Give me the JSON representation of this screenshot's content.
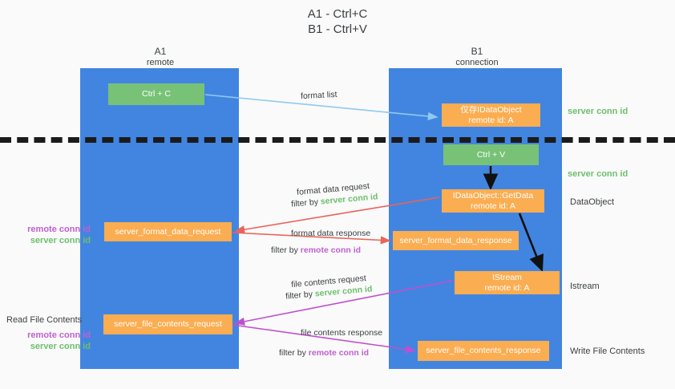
{
  "title": {
    "line1": "A1 - Ctrl+C",
    "line2": "B1 - Ctrl+V"
  },
  "columns": {
    "a1": {
      "name": "A1",
      "role": "remote"
    },
    "b1": {
      "name": "B1",
      "role": "connection"
    }
  },
  "boxes": {
    "ctrl_c": "Ctrl + C",
    "ctrl_v": "Ctrl + V",
    "copy_data_object_line1": "仅存IDataObject",
    "copy_data_object_line2": "remote id: A",
    "getdata_line1": "IDataObject::GetData",
    "getdata_line2": "remote id: A",
    "istream_line1": "IStream",
    "istream_line2": "remote id: A",
    "server_format_data_request": "server_format_data_request",
    "server_format_data_response": "server_format_data_response",
    "server_file_contents_request": "server_file_contents_request",
    "server_file_contents_response": "server_file_contents_response"
  },
  "edge_labels": {
    "format_list": "format list",
    "format_data_request": "format data request",
    "format_data_request_filter_prefix": "filter by ",
    "format_data_request_filter_value": "server conn id",
    "format_data_response": "format data response",
    "format_data_response_filter_prefix": "filter by ",
    "format_data_response_filter_value": "remote conn id",
    "file_contents_request": "file contents request",
    "file_contents_request_filter_prefix": "filter by ",
    "file_contents_request_filter_value": "server conn id",
    "file_contents_response": "file contents response",
    "file_contents_response_filter_prefix": "filter by ",
    "file_contents_response_filter_value": "remote conn id"
  },
  "side_labels": {
    "server_conn_id_top": "server conn id",
    "server_conn_id_mid": "server conn id",
    "data_object": "DataObject",
    "istream": "Istream",
    "write_file_contents": "Write File Contents",
    "read_file_contents": "Read File Contents",
    "remote_conn_id": "remote conn id",
    "server_conn_id": "server conn id"
  },
  "colors": {
    "panel": "#4285e0",
    "green_box": "#77c277",
    "orange_box": "#fbad51",
    "server_conn_id": "#6dbf6d",
    "remote_conn_id": "#c060d0",
    "format_arrow": "#e8645a",
    "file_arrow": "#c04fd0",
    "format_list_arrow": "#8ecaf0",
    "black_arrow": "#111111",
    "background": "#fafafa"
  }
}
